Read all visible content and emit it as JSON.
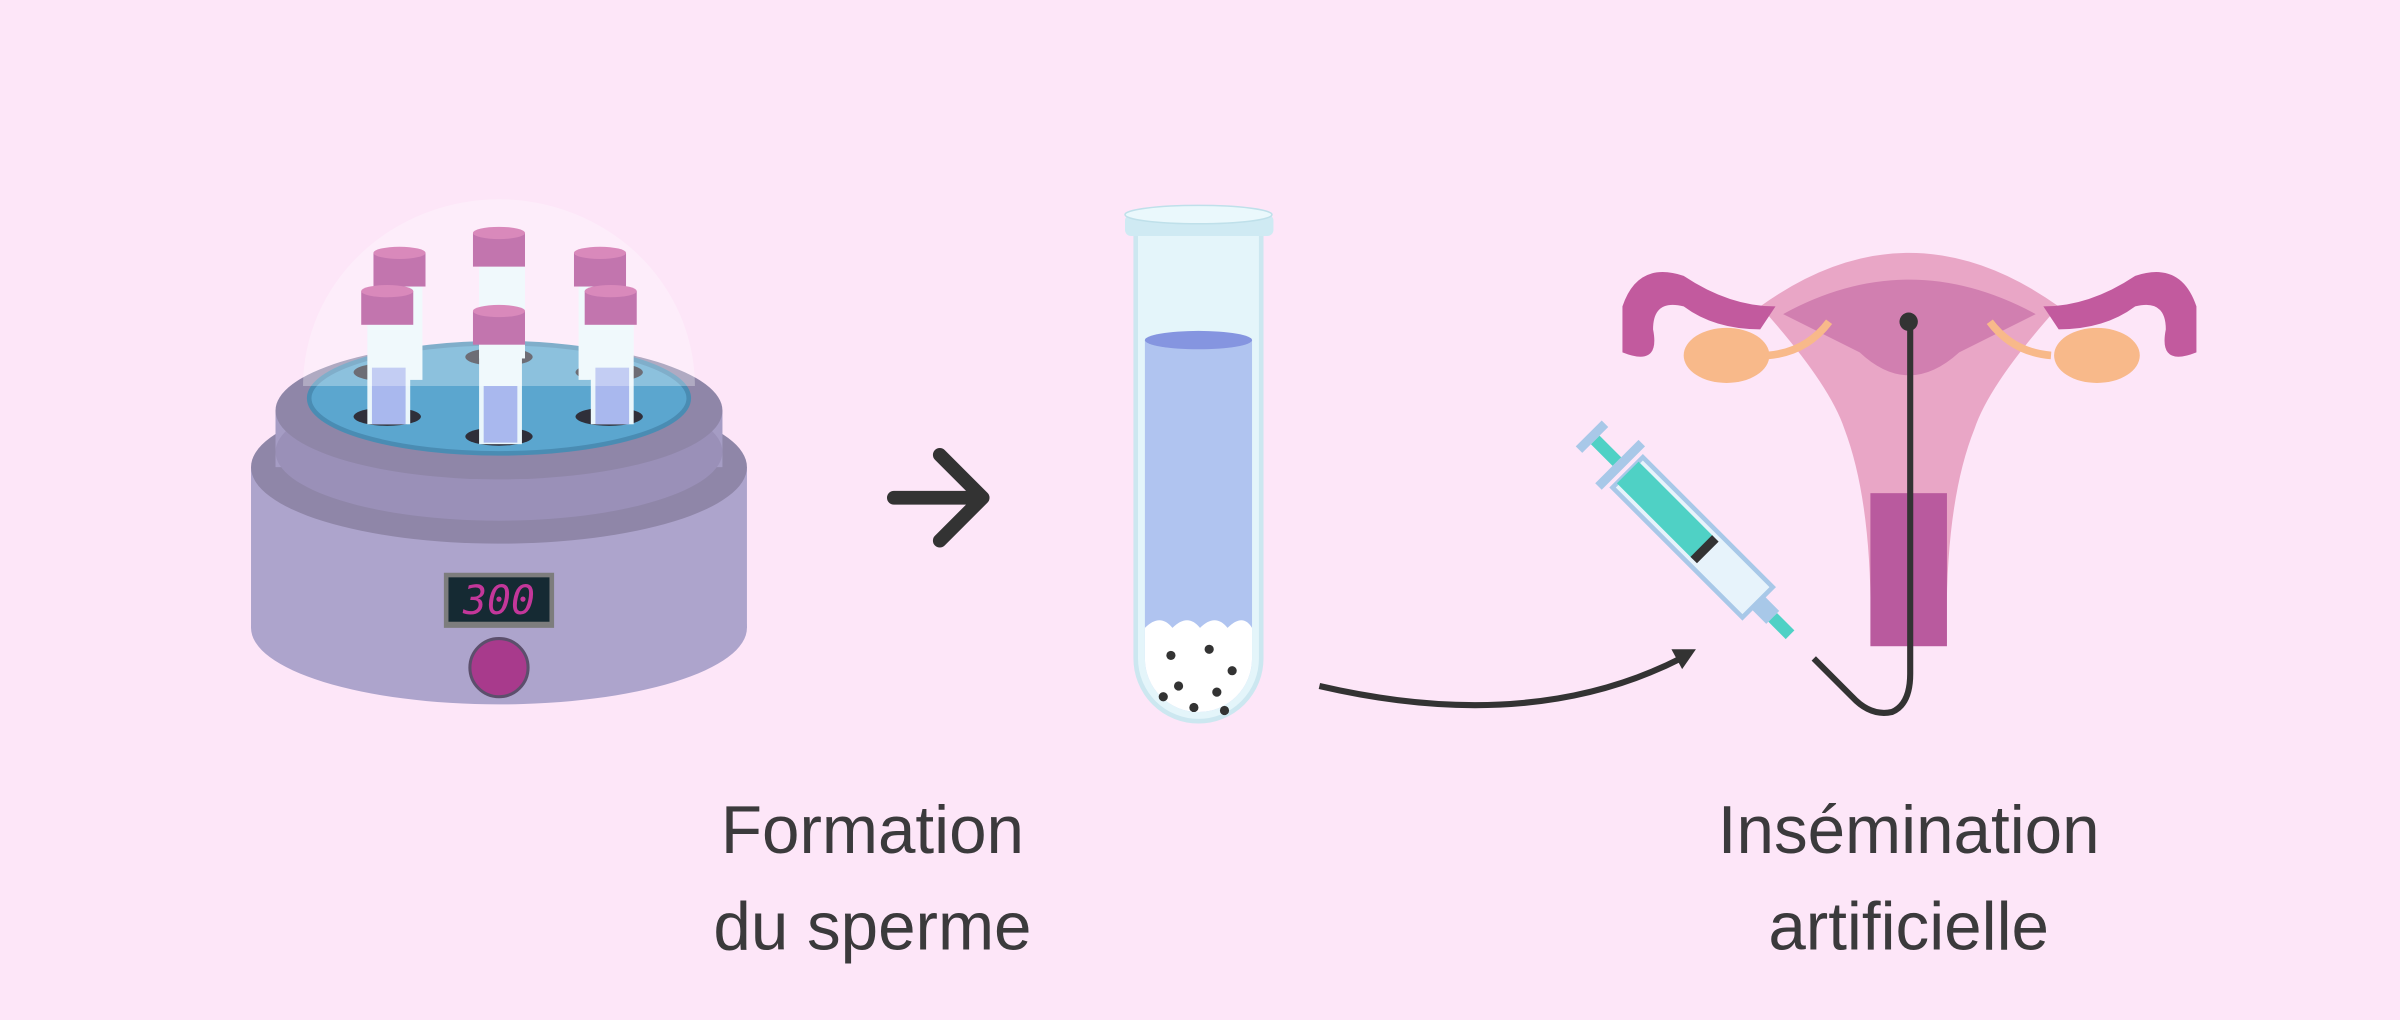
{
  "centrifuge": {
    "display_value": "300"
  },
  "labels": {
    "step1_line1": "Formation",
    "step1_line2": "du sperme",
    "step2_line1": "Insémination",
    "step2_line2": "artificielle"
  },
  "colors": {
    "background": "#fde6f8",
    "centrifuge_body": "#ada4cc",
    "tube_cap": "#a83a8c",
    "liquid": "#b0c4f0",
    "uterus": "#e9a6c6",
    "ovary": "#f8b98a",
    "syringe": "#4fd1c5",
    "text": "#3b3a3c"
  }
}
